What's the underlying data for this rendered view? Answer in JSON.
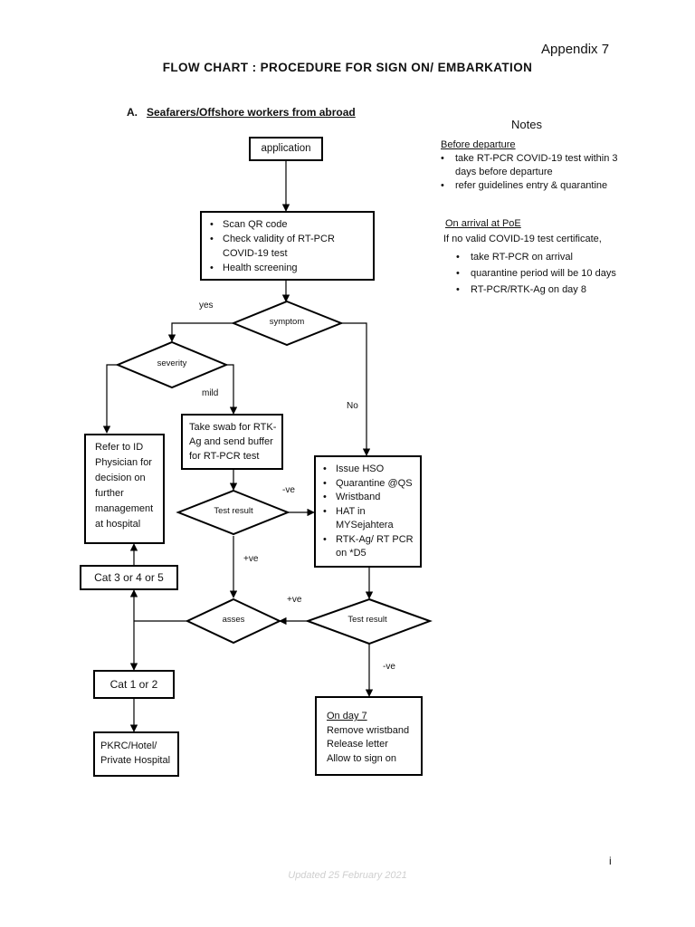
{
  "header": {
    "appendix": "Appendix  7",
    "title": "FLOW CHART : PROCEDURE FOR SIGN ON/ EMBARKATION",
    "section_letter": "A.",
    "section_title": "Seafarers/Offshore workers from abroad"
  },
  "notes": {
    "heading": "Notes",
    "before_departure": {
      "title": "Before departure",
      "items": [
        "take RT-PCR COVID-19 test within 3 days before departure",
        "refer guidelines entry & quarantine"
      ]
    },
    "on_arrival": {
      "title": "On arrival at PoE",
      "intro": "If no valid COVID-19 test certificate,",
      "items": [
        "take RT-PCR on arrival",
        "quarantine period will be 10 days",
        "RT-PCR/RTK-Ag on day 8"
      ]
    }
  },
  "flow": {
    "application": "application",
    "screening_items": [
      "Scan QR code",
      "Check validity of RT-PCR COVID-19 test",
      "Health screening"
    ],
    "symptom": "symptom",
    "severity": "severity",
    "refer_id": "Refer to ID Physician for decision on further management at hospital",
    "take_swab": "Take swab for RTK-Ag and send buffer for RT-PCR test",
    "test_result_1": "Test result",
    "issue_items": [
      "Issue HSO",
      "Quarantine @QS",
      "Wristband",
      "HAT in MYSejahtera",
      "RTK-Ag/ RT PCR on *D5"
    ],
    "cat345": "Cat 3 or 4 or 5",
    "asses": "asses",
    "test_result_2": "Test result",
    "cat12": "Cat 1 or 2",
    "pkrc": "PKRC/Hotel/ Private Hospital",
    "day7_title": "On day 7",
    "day7_lines": [
      "Remove wristband",
      "Release letter",
      "Allow to sign on"
    ]
  },
  "edge_labels": {
    "yes": "yes",
    "mild": "mild",
    "no": "No",
    "neg1": "-ve",
    "pos1": "+ve",
    "pos2": "+ve",
    "neg2": "-ve"
  },
  "footer": {
    "page_number": "i",
    "updated": "Updated 25 February 2021"
  }
}
